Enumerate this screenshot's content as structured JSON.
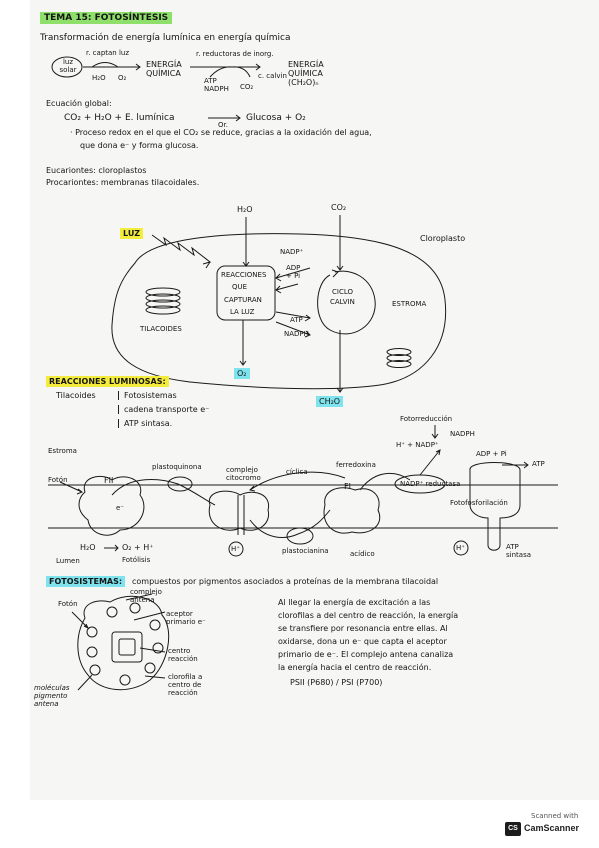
{
  "header": {
    "title": "TEMA 15: FOTOSÍNTESIS"
  },
  "intro": {
    "subtitle": "Transformación de energía lumínica en energía química",
    "captan": "r. captan luz",
    "luz_solar": "luz solar",
    "h2o": "H₂O",
    "o2": "O₂",
    "energia_quimica_1": "ENERGÍA QUÍMICA",
    "reductoras": "r. reductoras de inorg.",
    "atp_nadph": "ATP NADPH",
    "c_calvin": "c. calvin",
    "co2": "CO₂",
    "energia_quimica_2": "ENERGÍA QUÍMICA (CH₂O)ₙ"
  },
  "ecuacion": {
    "label": "Ecuación global:",
    "left": "CO₂ + H₂O + E. lumínica",
    "arrow_label": "Or.",
    "right": "Glucosa + O₂",
    "bullet_1": "· Proceso redox en el que el CO₂ se reduce, gracias a la oxidación del agua,",
    "bullet_2": "que dona e⁻ y forma glucosa."
  },
  "organismos": {
    "eucariontes": "Eucariontes: cloroplastos",
    "procariontes": "Procariontes: membranas tilacoidales."
  },
  "cloroplasto": {
    "h2o": "H₂O",
    "co2": "CO₂",
    "luz": "LUZ",
    "cloroplasto": "Cloroplasto",
    "nadp": "NADP⁺",
    "adp_pi": "ADP + Pi",
    "reacciones": [
      "REACCIONES",
      "QUE",
      "CAPTURAN",
      "LA LUZ"
    ],
    "ciclo": [
      "CICLO",
      "CALVIN"
    ],
    "estroma": "ESTROMA",
    "tilacoides": "TILACOIDES",
    "atp": "ATP",
    "nadph": "NADPH",
    "o2": "O₂",
    "ch2o": "CH₂O"
  },
  "reacciones_luminosas": {
    "title": "REACCIONES LUMINOSAS:",
    "tilacoides": "Tilacoides",
    "items": [
      "Fotosistemas",
      "cadena transporte e⁻",
      "ATP sintasa."
    ]
  },
  "membrana": {
    "fotorreduccion": "Fotorreducción",
    "h_nadp": "H⁺ + NADP⁺",
    "nadph": "NADPH",
    "estroma": "Estroma",
    "plastoquinona": "plastoquinona",
    "complejo_citocromo": "complejo citocromo",
    "ciclica": "cíclica",
    "ferredoxina": "ferredoxina",
    "adp_pi": "ADP + Pi",
    "atp": "ATP",
    "foton": "Fotón",
    "fii": "FII",
    "fi": "FI",
    "electron": "e⁻",
    "nadp_reductasa": "NADP⁺ reductasa",
    "fotofosforilacion": "Fotofosforilación",
    "h2o": "H₂O",
    "o2_h": "O₂ + H⁺",
    "lumen": "Lumen",
    "fotolisis": "Fotólisis",
    "h_plus": "H⁺",
    "plastocianina": "plastocianina",
    "acidico": "acídico",
    "atp_sintasa": "ATP sintasa"
  },
  "fotosistemas": {
    "title": "FOTOSISTEMAS:",
    "definition": "compuestos por pigmentos asociados a proteínas de la membrana tilacoidal",
    "foton": "Fotón",
    "complejo_antena": "complejo antena",
    "aceptor": "aceptor primario e⁻",
    "centro_reaccion": "centro reacción",
    "clorofila": "clorofila a centro de reacción",
    "moleculas": "moléculas pigmento antena",
    "text": [
      "Al llegar la energía de excitación a las",
      "clorofilas a del centro de reacción, la energía",
      "se transfiere por resonancia entre ellas. Al",
      "oxidarse, dona un e⁻ que capta el aceptor",
      "primario de e⁻. El complejo antena canaliza",
      "la energía hacia el centro de reacción."
    ],
    "psii": "PSII (P680)  /  PSI (P700)"
  },
  "watermark": {
    "scanned_with": "Scanned with",
    "brand": "CamScanner",
    "logo": "CS"
  }
}
